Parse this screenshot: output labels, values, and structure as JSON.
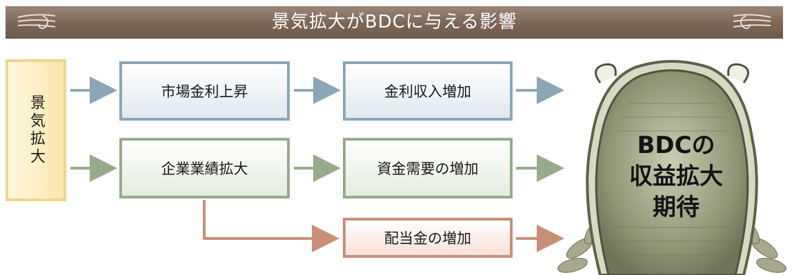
{
  "header": {
    "title": "景気拡大がBDCに与える影響"
  },
  "start": {
    "label": "景気拡大"
  },
  "steps": {
    "rate_rise": "市場金利上昇",
    "interest_income": "金利収入増加",
    "earnings_growth": "企業業績拡大",
    "capital_demand": "資金需要の増加",
    "dividend_increase": "配当金の増加"
  },
  "outcome": {
    "line1": "BDCの",
    "line2": "収益拡大",
    "line3": "期待"
  },
  "colors": {
    "banner": "#7c6657",
    "blue_path": "#8aa7b5",
    "green_path": "#97ab8c",
    "red_path": "#c88f78",
    "start_box": "#efd590",
    "seal_frame": "#8b8d6c"
  },
  "icons": {
    "left_ornament": "flourish-icon",
    "right_ornament": "flourish-icon"
  }
}
